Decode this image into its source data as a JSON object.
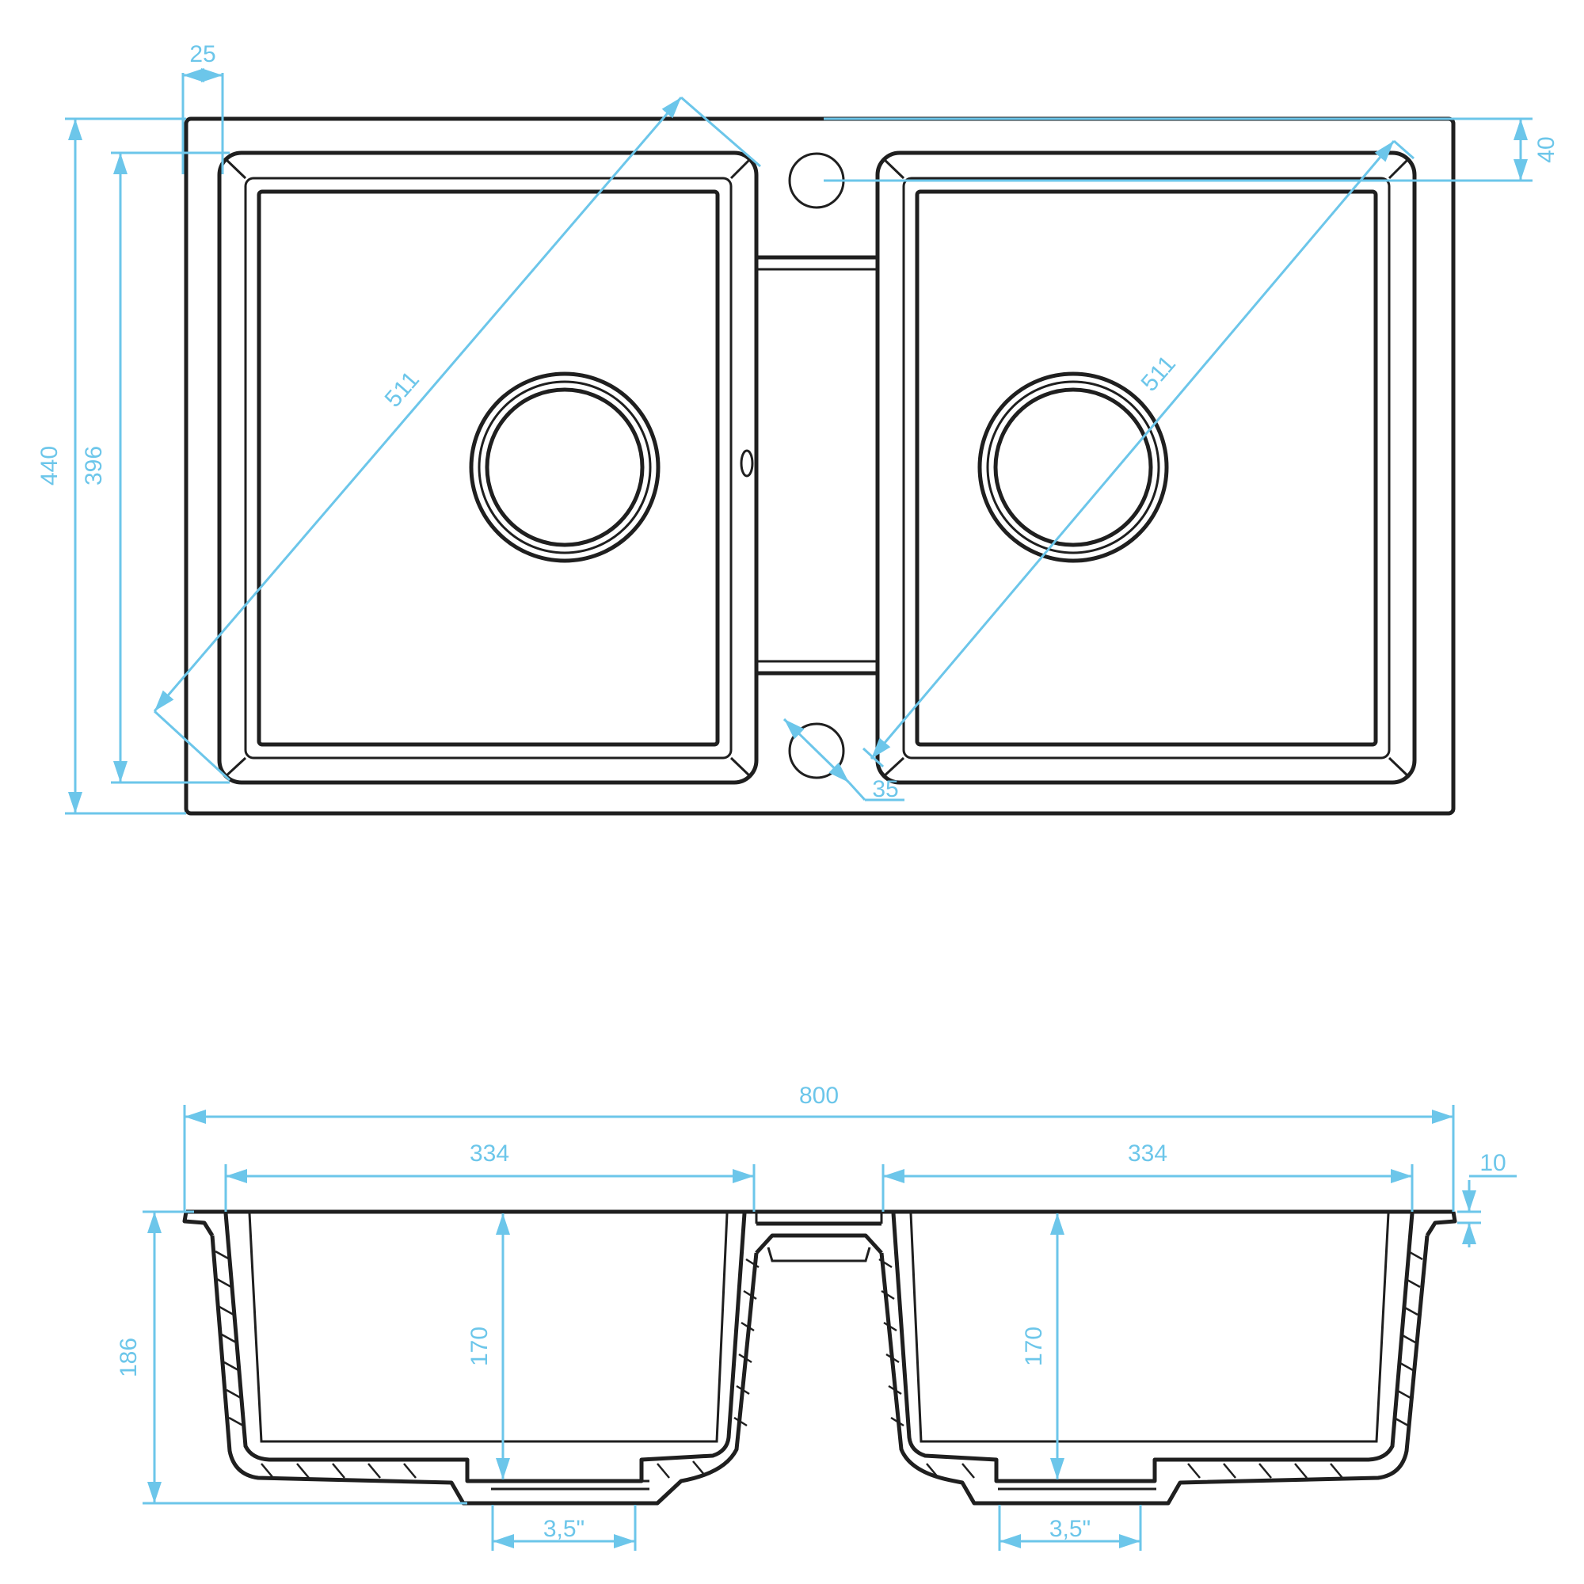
{
  "colors": {
    "outline": "#1f1f1f",
    "dimension": "#6cc6ea",
    "background": "#ffffff"
  },
  "top_view": {
    "dims": {
      "rim_width": "25",
      "overall_depth": "440",
      "bowl_depth": "396",
      "left_diagonal": "511",
      "right_diagonal": "511",
      "tap_hole_offset": "40",
      "tap_hole_diameter": "35"
    }
  },
  "section_view": {
    "dims": {
      "overall_width": "800",
      "left_bowl_width": "334",
      "right_bowl_width": "334",
      "rim_thickness": "10",
      "overall_height": "186",
      "left_bowl_depth": "170",
      "right_bowl_depth": "170",
      "left_waste_size": "3,5\"",
      "right_waste_size": "3,5\""
    }
  }
}
